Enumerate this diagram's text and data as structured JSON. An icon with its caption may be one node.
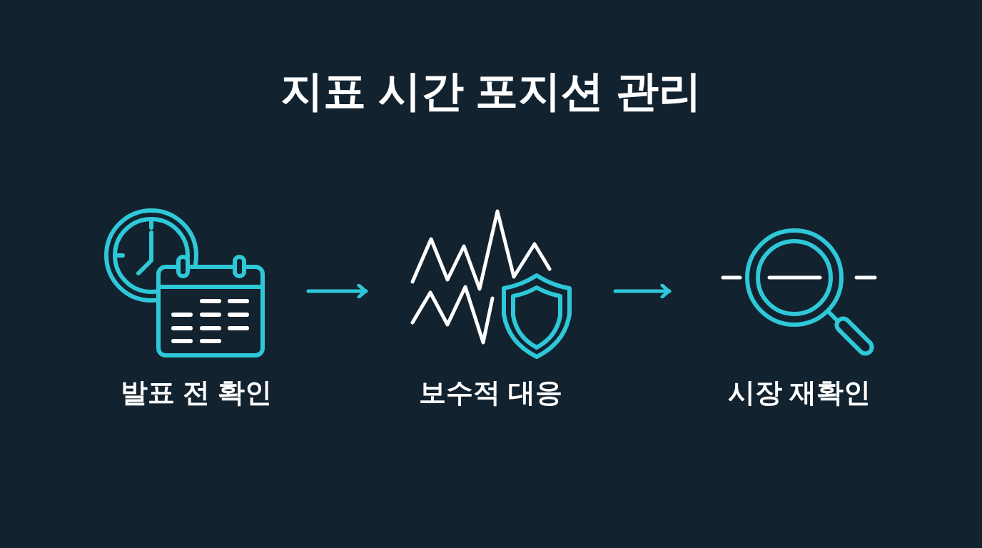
{
  "diagram": {
    "title": "지표 시간 포지션 관리",
    "nodes": [
      {
        "text": [
          "발표 전 확인"
        ]
      },
      {
        "text": [
          "보수적 대응"
        ]
      },
      {
        "text": [
          "시장 재확인"
        ]
      }
    ],
    "edges": [
      {
        "from": 0,
        "to": 1,
        "arrow": "to"
      },
      {
        "from": 1,
        "to": 2,
        "arrow": "to"
      }
    ]
  }
}
